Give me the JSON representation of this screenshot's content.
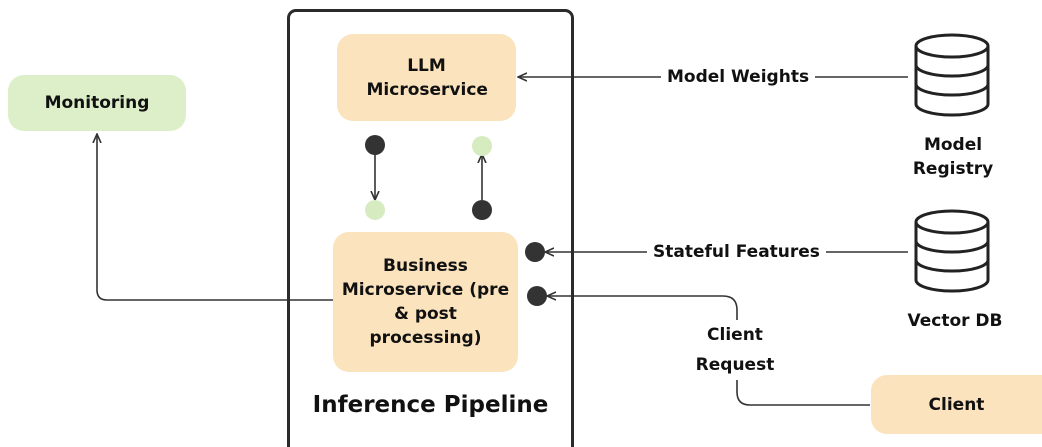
{
  "colors": {
    "box_fill": "#fbe3bd",
    "monitoring_fill": "#dcefc9",
    "dot_dark": "#333333",
    "dot_light": "#d6ecc0",
    "line": "#333333"
  },
  "nodes": {
    "llm": "LLM Microservice",
    "business": "Business Microservice (pre & post processing)",
    "monitoring": "Monitoring",
    "client": "Client"
  },
  "pipeline": {
    "title": "Inference Pipeline"
  },
  "stores": {
    "model_registry": {
      "label": "Model Registry",
      "icon": "database-icon"
    },
    "vector_db": {
      "label": "Vector DB",
      "icon": "database-icon"
    }
  },
  "edges": {
    "model_weights": "Model Weights",
    "stateful_features": "Stateful Features",
    "client_request": "Client Request"
  }
}
